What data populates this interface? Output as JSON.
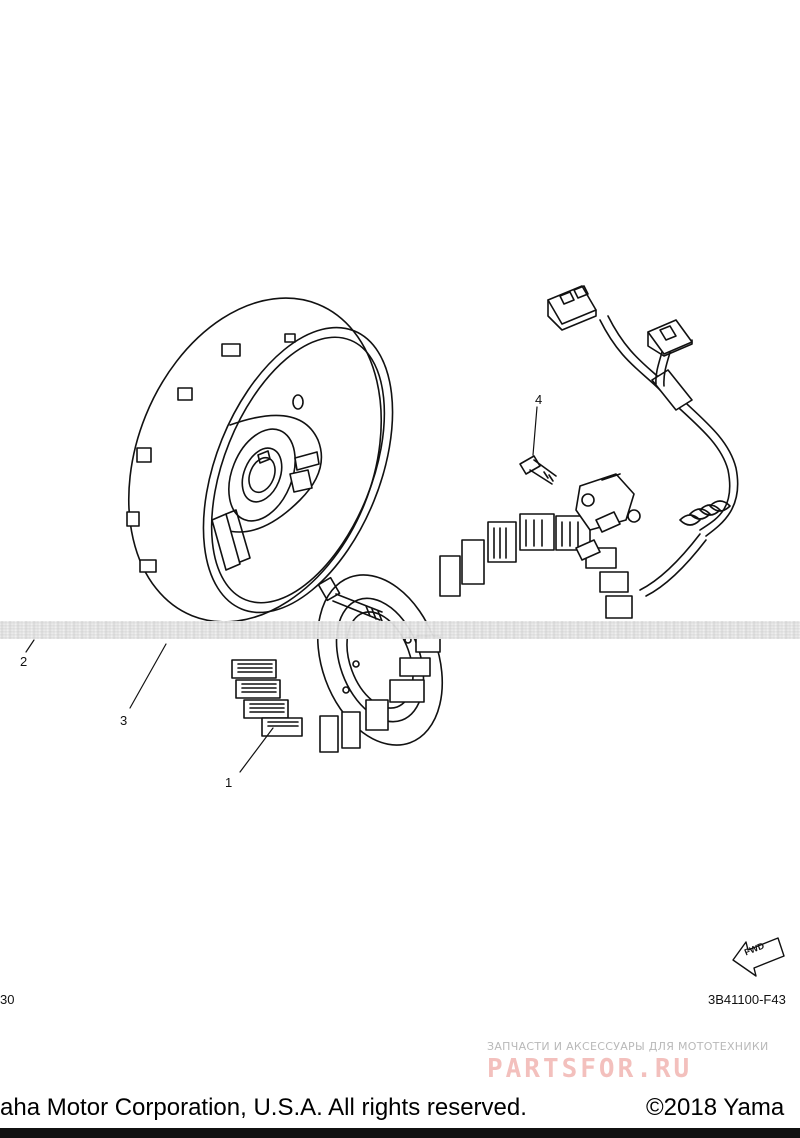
{
  "diagram": {
    "callouts": [
      {
        "id": "callout-1",
        "label": "1"
      },
      {
        "id": "callout-2",
        "label": "2"
      },
      {
        "id": "callout-3",
        "label": "3"
      },
      {
        "id": "callout-4",
        "label": "4"
      }
    ],
    "left_code": "30",
    "drawing_code": "3B41100-F43",
    "fwd_label": "FWD"
  },
  "watermark": {
    "tagline": "ЗАПЧАСТИ И АКСЕССУАРЫ ДЛЯ МОТОТЕХНИКИ",
    "logo": "PARTSFOR.RU"
  },
  "footer": {
    "rights": "aha Motor Corporation, U.S.A. All rights reserved.",
    "copyright": "©2018 Yama"
  },
  "colors": {
    "line": "#111111",
    "watermark_logo": "#f3c0bd",
    "background": "#ffffff"
  }
}
